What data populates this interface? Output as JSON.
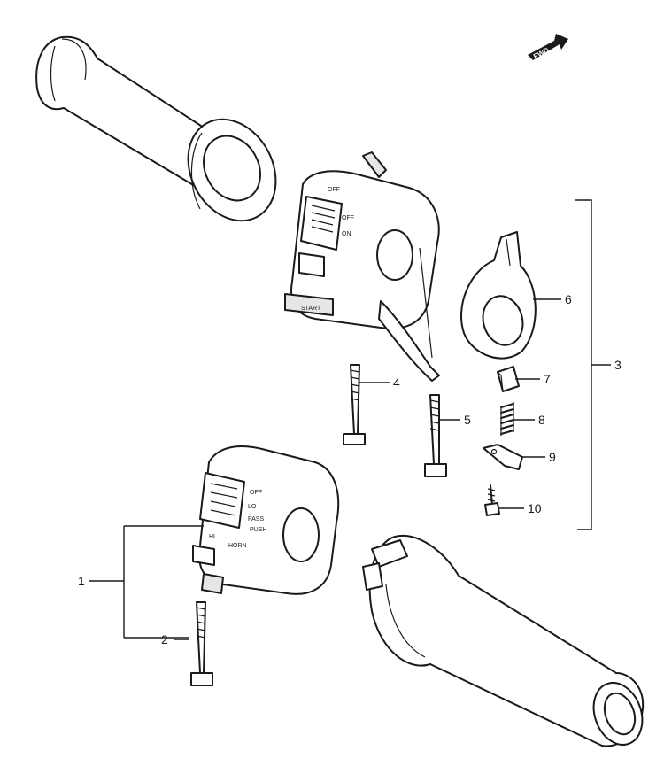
{
  "fwd_badge": {
    "text": "FWD"
  },
  "callouts": [
    {
      "id": "1",
      "label": "1"
    },
    {
      "id": "2",
      "label": "2"
    },
    {
      "id": "3",
      "label": "3"
    },
    {
      "id": "4",
      "label": "4"
    },
    {
      "id": "5",
      "label": "5"
    },
    {
      "id": "6",
      "label": "6"
    },
    {
      "id": "7",
      "label": "7"
    },
    {
      "id": "8",
      "label": "8"
    },
    {
      "id": "9",
      "label": "9"
    },
    {
      "id": "10",
      "label": "10"
    }
  ],
  "switch_markings": {
    "right_top": "OFF",
    "right_mid": "ON",
    "right_bottom": "OFF",
    "right_start": "START",
    "left_off": "OFF",
    "left_lo": "LO",
    "left_pass": "PASS",
    "left_push": "PUSH",
    "left_hi": "HI",
    "left_horn": "HORN"
  }
}
